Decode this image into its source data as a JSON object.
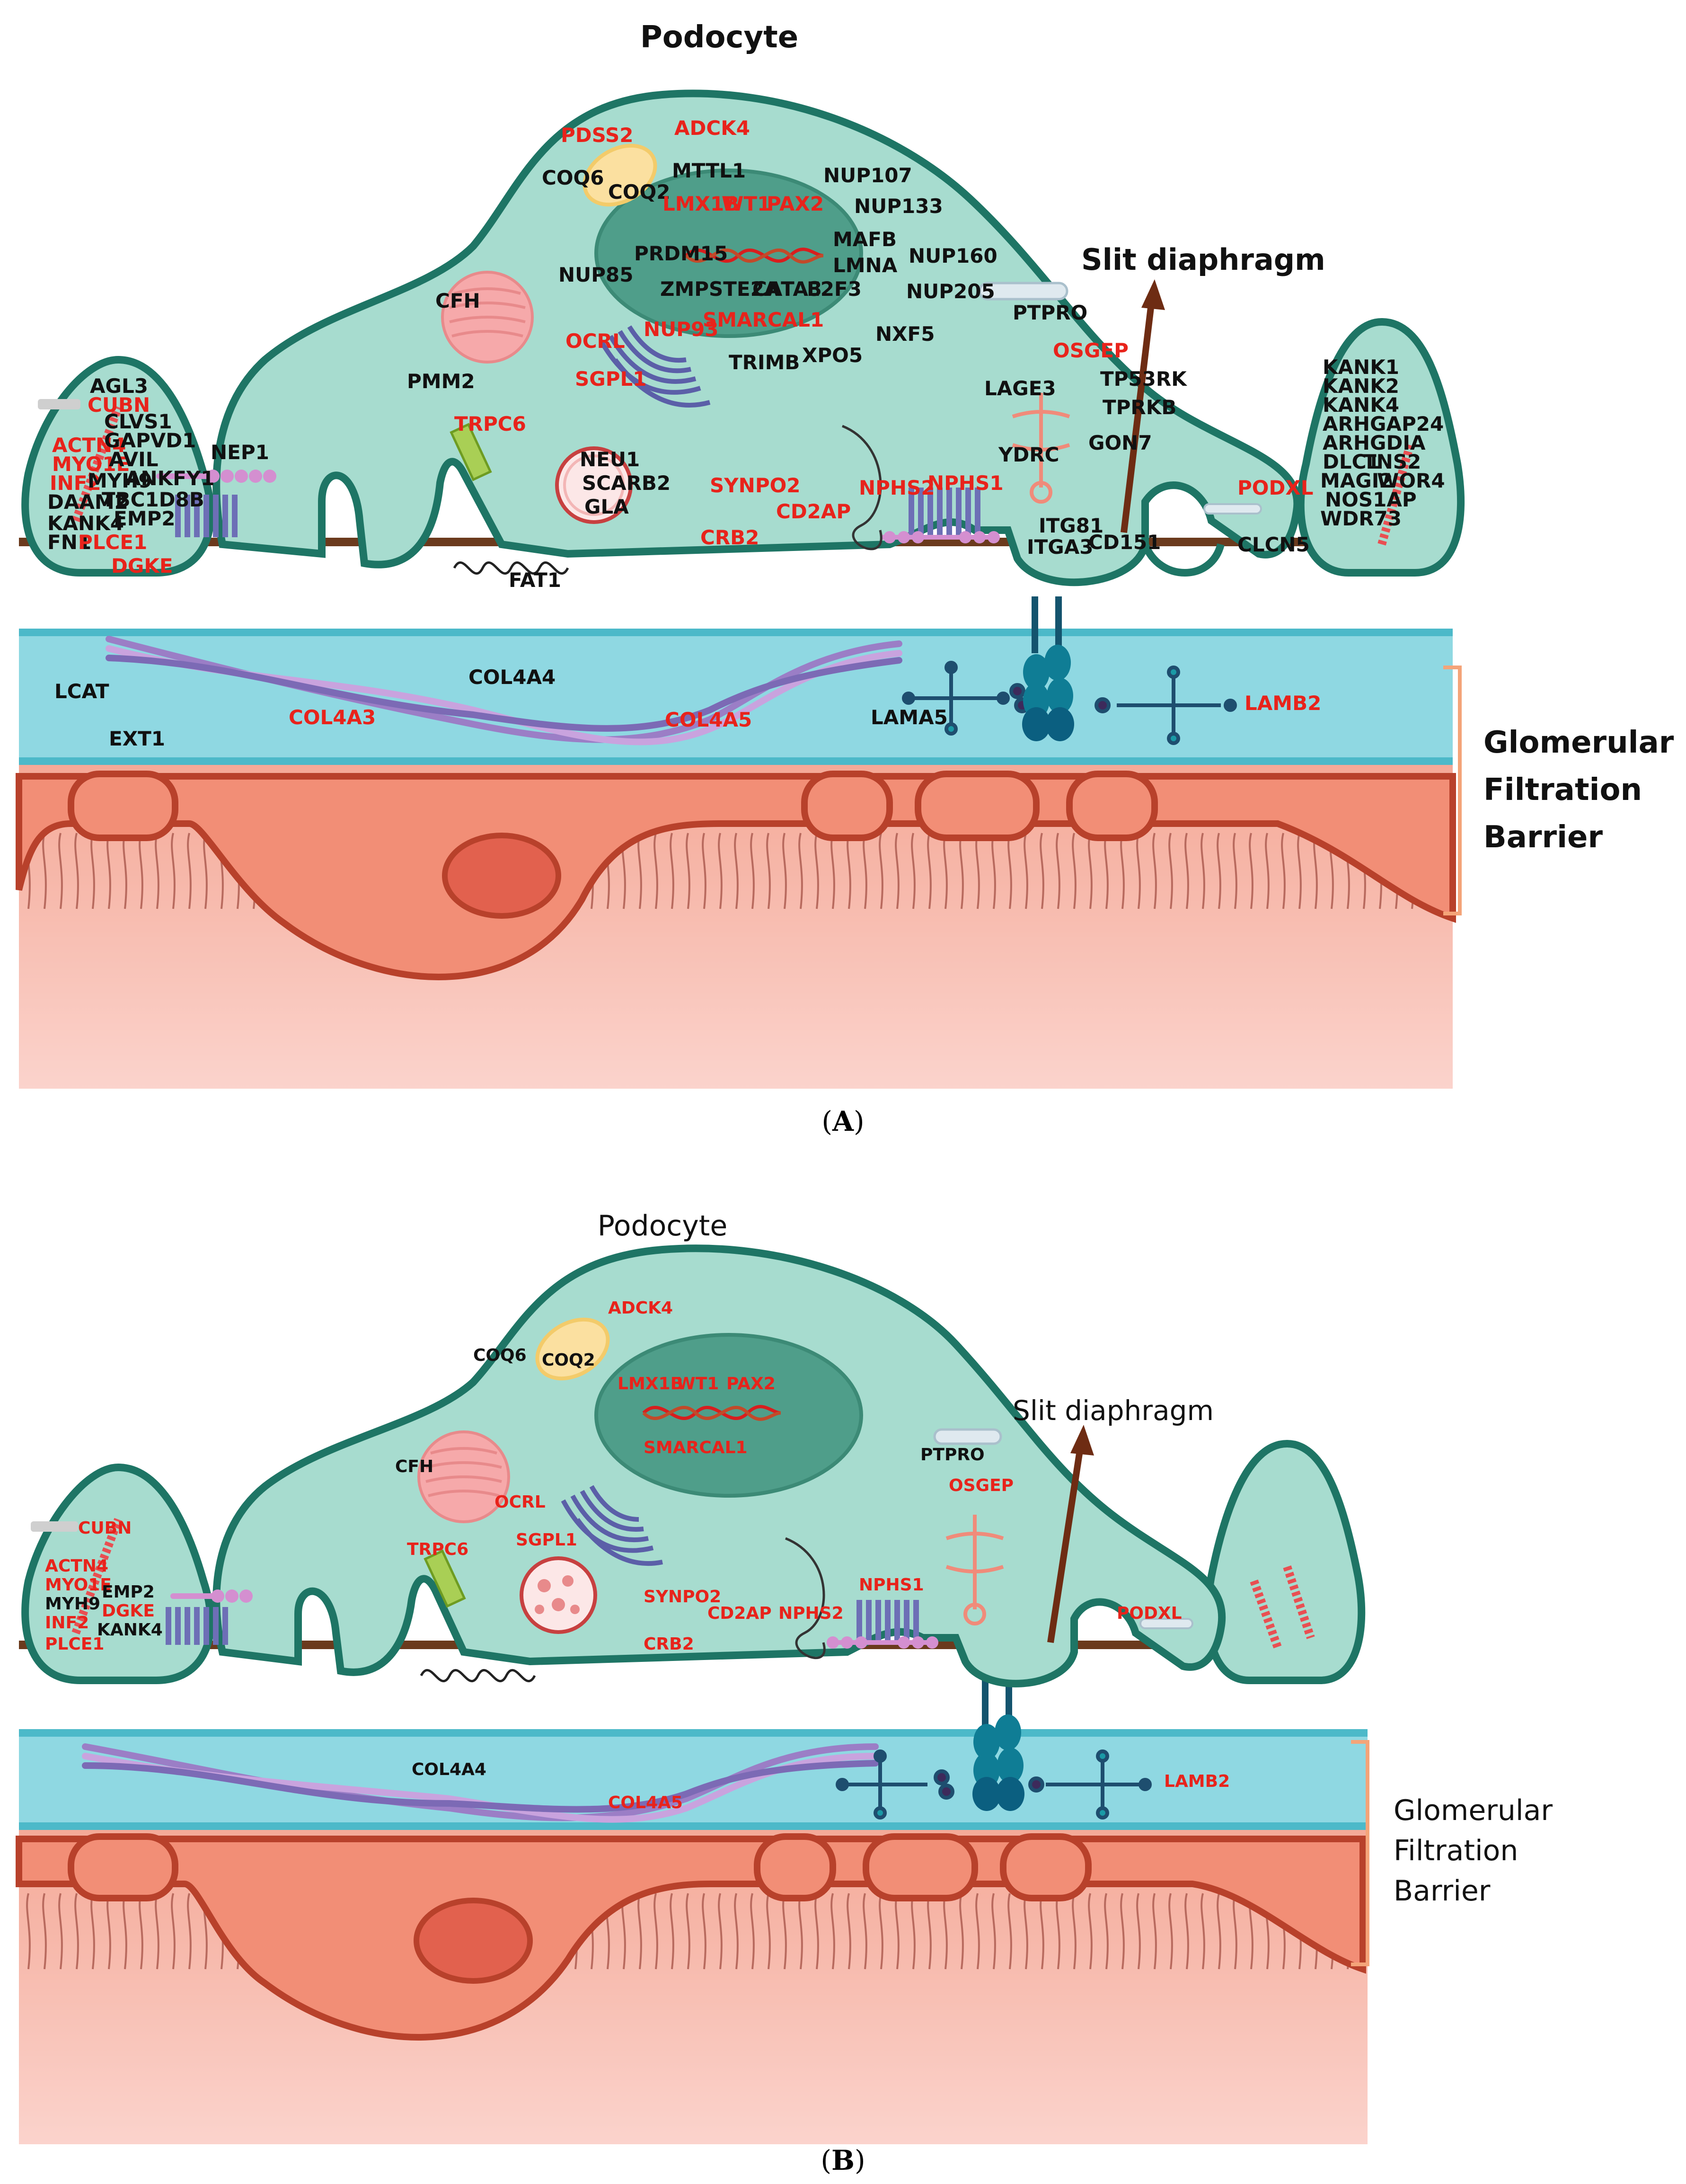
{
  "colors": {
    "cell_fill": "#a7dccf",
    "cell_stroke": "#1e7565",
    "nucleus_fill": "#4f9e8a",
    "gbm_fill": "#8fd8e2",
    "endo_fill": "#f0907a",
    "endo_stroke": "#b8412b",
    "endo_bg": "#f7b6aa",
    "membrane_line": "#6b3a1d",
    "gene_black": "#111111",
    "gene_red": "#e8231b",
    "bracket": "#f4a479",
    "golgi": "#5b5fa8",
    "er_pink": "#f6a9aa",
    "mito": "#f3cb6a"
  },
  "panel_a": {
    "title": "Podocyte",
    "slit_label": "Slit diaphragm",
    "gfb_label": [
      "Glomerular",
      "Filtration",
      "Barrier"
    ],
    "caption_letter": "A",
    "genes": [
      {
        "t": "PDSS2",
        "red": true
      },
      {
        "t": "ADCK4",
        "red": true
      },
      {
        "t": "COQ6",
        "red": false
      },
      {
        "t": "COQ2",
        "red": false
      },
      {
        "t": "MTTL1",
        "red": false
      },
      {
        "t": "NUP107",
        "red": false
      },
      {
        "t": "LMX1B",
        "red": true
      },
      {
        "t": "WT1",
        "red": true
      },
      {
        "t": "PAX2",
        "red": true
      },
      {
        "t": "NUP133",
        "red": false
      },
      {
        "t": "MAFB",
        "red": false
      },
      {
        "t": "PRDM15",
        "red": false
      },
      {
        "t": "LMNA",
        "red": false
      },
      {
        "t": "NUP160",
        "red": false
      },
      {
        "t": "NUP85",
        "red": false
      },
      {
        "t": "ZMPSTE2A",
        "red": false
      },
      {
        "t": "CATA3",
        "red": false
      },
      {
        "t": "E2F3",
        "red": false
      },
      {
        "t": "NUP205",
        "red": false
      },
      {
        "t": "CFH",
        "red": false
      },
      {
        "t": "OCRL",
        "red": true
      },
      {
        "t": "NUP93",
        "red": true
      },
      {
        "t": "SMARCAL1",
        "red": true
      },
      {
        "t": "NXF5",
        "red": false
      },
      {
        "t": "SGPL1",
        "red": true
      },
      {
        "t": "PMM2",
        "red": false
      },
      {
        "t": "TRIMB",
        "red": false
      },
      {
        "t": "XPO5",
        "red": false
      },
      {
        "t": "PTPRO",
        "red": false
      },
      {
        "t": "OSGEP",
        "red": true
      },
      {
        "t": "LAGE3",
        "red": false
      },
      {
        "t": "TP53RK",
        "red": false
      },
      {
        "t": "TPRKB",
        "red": false
      },
      {
        "t": "GON7",
        "red": false
      },
      {
        "t": "YDRC",
        "red": false
      },
      {
        "t": "TRPC6",
        "red": true
      },
      {
        "t": "NEU1",
        "red": false
      },
      {
        "t": "SCARB2",
        "red": false
      },
      {
        "t": "GLA",
        "red": false
      },
      {
        "t": "SYNPO2",
        "red": true
      },
      {
        "t": "CD2AP",
        "red": true
      },
      {
        "t": "NPHS2",
        "red": true
      },
      {
        "t": "NPHS1",
        "red": true
      },
      {
        "t": "CRB2",
        "red": true
      },
      {
        "t": "ITG81",
        "red": false
      },
      {
        "t": "ITGA3",
        "red": false
      },
      {
        "t": "CD151",
        "red": false
      },
      {
        "t": "PODXL",
        "red": true
      },
      {
        "t": "CLCN5",
        "red": false
      },
      {
        "t": "FAT1",
        "red": false
      },
      {
        "t": "NEP1",
        "red": false
      },
      {
        "t": "AGL3",
        "red": false
      },
      {
        "t": "CUBN",
        "red": true
      },
      {
        "t": "CLVS1",
        "red": false
      },
      {
        "t": "ACTN4",
        "red": true
      },
      {
        "t": "GAPVD1",
        "red": false
      },
      {
        "t": "MYO1E",
        "red": true
      },
      {
        "t": "AVIL",
        "red": false
      },
      {
        "t": "INF2",
        "red": true
      },
      {
        "t": "MYH9",
        "red": false
      },
      {
        "t": "ANKFY1",
        "red": false
      },
      {
        "t": "DAAM2",
        "red": false
      },
      {
        "t": "TBC1D8B",
        "red": false
      },
      {
        "t": "KANK4",
        "red": false
      },
      {
        "t": "EMP2",
        "red": false
      },
      {
        "t": "FN1",
        "red": false
      },
      {
        "t": "PLCE1",
        "red": true
      },
      {
        "t": "DGKE",
        "red": true
      },
      {
        "t": "KANK1",
        "red": false
      },
      {
        "t": "KANK2",
        "red": false
      },
      {
        "t": "KANK4",
        "red": false
      },
      {
        "t": "ARHGAP24",
        "red": false
      },
      {
        "t": "ARHGDIA",
        "red": false
      },
      {
        "t": "DLC1",
        "red": false
      },
      {
        "t": "TNS2",
        "red": false
      },
      {
        "t": "MAGI2",
        "red": false
      },
      {
        "t": "WOR4",
        "red": false
      },
      {
        "t": "NOS1AP",
        "red": false
      },
      {
        "t": "WDR73",
        "red": false
      },
      {
        "t": "LCAT",
        "red": false
      },
      {
        "t": "EXT1",
        "red": false
      },
      {
        "t": "COL4A3",
        "red": true
      },
      {
        "t": "COL4A4",
        "red": false
      },
      {
        "t": "COL4A5",
        "red": true
      },
      {
        "t": "LAMA5",
        "red": false
      },
      {
        "t": "LAMB2",
        "red": true
      }
    ]
  },
  "panel_b": {
    "title": "Podocyte",
    "slit_label": "Slit diaphragm",
    "gfb_label": [
      "Glomerular",
      "Filtration",
      "Barrier"
    ],
    "caption_letter": "B",
    "genes": [
      {
        "t": "ADCK4",
        "red": true
      },
      {
        "t": "COQ6",
        "red": false
      },
      {
        "t": "COQ2",
        "red": false
      },
      {
        "t": "LMX1B",
        "red": true
      },
      {
        "t": "WT1",
        "red": true
      },
      {
        "t": "PAX2",
        "red": true
      },
      {
        "t": "SMARCAL1",
        "red": true
      },
      {
        "t": "CFH",
        "red": false
      },
      {
        "t": "OCRL",
        "red": true
      },
      {
        "t": "SGPL1",
        "red": true
      },
      {
        "t": "PTPRO",
        "red": false
      },
      {
        "t": "OSGEP",
        "red": true
      },
      {
        "t": "TRPC6",
        "red": true
      },
      {
        "t": "SYNPO2",
        "red": true
      },
      {
        "t": "CD2AP",
        "red": true
      },
      {
        "t": "NPHS2",
        "red": true
      },
      {
        "t": "NPHS1",
        "red": true
      },
      {
        "t": "CRB2",
        "red": true
      },
      {
        "t": "PODXL",
        "red": true
      },
      {
        "t": "CUBN",
        "red": true
      },
      {
        "t": "ACTN4",
        "red": true
      },
      {
        "t": "MYO1E",
        "red": true
      },
      {
        "t": "EMP2",
        "red": false
      },
      {
        "t": "MYH9",
        "red": false
      },
      {
        "t": "DGKE",
        "red": true
      },
      {
        "t": "INF2",
        "red": true
      },
      {
        "t": "KANK4",
        "red": false
      },
      {
        "t": "PLCE1",
        "red": true
      },
      {
        "t": "COL4A4",
        "red": false
      },
      {
        "t": "COL4A5",
        "red": true
      },
      {
        "t": "LAMB2",
        "red": true
      }
    ]
  }
}
